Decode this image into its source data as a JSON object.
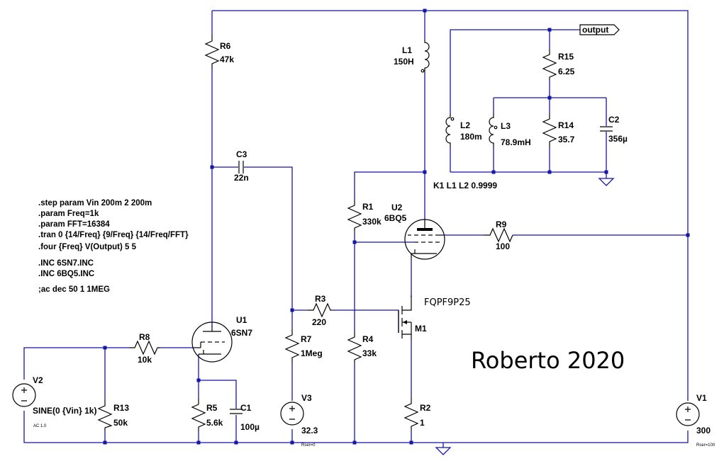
{
  "components": {
    "R6": {
      "ref": "R6",
      "value": "47k"
    },
    "R15": {
      "ref": "R15",
      "value": "6.25"
    },
    "R14": {
      "ref": "R14",
      "value": "35.7"
    },
    "R1": {
      "ref": "R1",
      "value": "330k"
    },
    "R9": {
      "ref": "R9",
      "value": "100"
    },
    "R3": {
      "ref": "R3",
      "value": "220"
    },
    "R7": {
      "ref": "R7",
      "value": "1Meg"
    },
    "R4": {
      "ref": "R4",
      "value": "33k"
    },
    "R8": {
      "ref": "R8",
      "value": "10k"
    },
    "R13": {
      "ref": "R13",
      "value": "50k"
    },
    "R5": {
      "ref": "R5",
      "value": "5.6k"
    },
    "R2": {
      "ref": "R2",
      "value": "1"
    },
    "L1": {
      "ref": "L1",
      "value": "150H"
    },
    "L2": {
      "ref": "L2",
      "value": "180m"
    },
    "L3": {
      "ref": "L3",
      "value": "78.9mH"
    },
    "C1": {
      "ref": "C1",
      "value": "100µ"
    },
    "C2": {
      "ref": "C2",
      "value": "356µ"
    },
    "C3": {
      "ref": "C3",
      "value": "22n"
    },
    "U1": {
      "ref": "U1",
      "value": "6SN7"
    },
    "U2": {
      "ref": "U2",
      "value": "6BQ5"
    },
    "M1": {
      "ref": "M1",
      "value": "FQPF9P25"
    },
    "V1": {
      "ref": "V1",
      "value": "300"
    },
    "V2": {
      "ref": "V2",
      "value": "SINE(0 {Vin} 1k)"
    },
    "V3": {
      "ref": "V3",
      "value": "32.3"
    }
  },
  "net_label": "output",
  "coupling": "K1 L1 L2 0.9999",
  "directives": [
    ".step param Vin 200m 2 200m",
    ".param Freq=1k",
    ".param FFT=16384",
    ".tran 0 {14/Freq} {9/Freq} {14/Freq/FFT}",
    ".four {Freq} V(Output) 5 5"
  ],
  "includes": [
    ".INC 6SN7.INC",
    ".INC 6BQ5.INC"
  ],
  "comment": ";ac dec 50 1 1MEG",
  "signature": "Roberto 2020",
  "tiny_labels": [
    "AC 1.0",
    "Rser=0",
    "Rser=100"
  ]
}
